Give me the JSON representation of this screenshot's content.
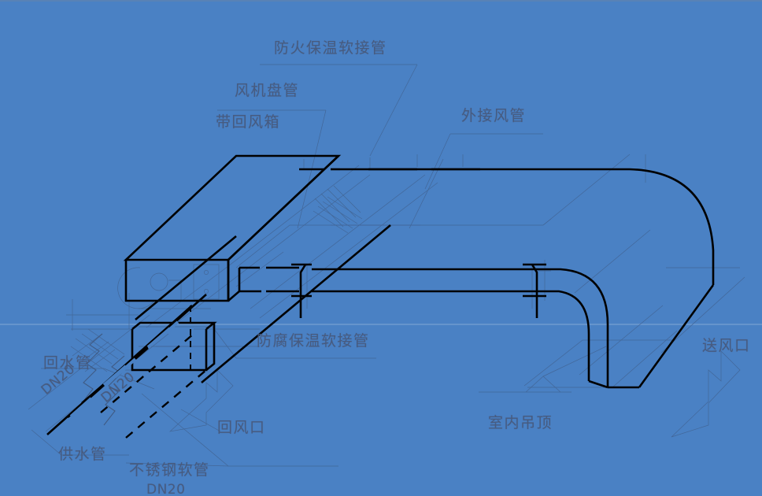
{
  "drawing": {
    "kind": "isometric-hvac-schematic",
    "background_color": "#4a81c4",
    "line_color_heavy": "#000000",
    "line_color_thin": "#3d5275",
    "text_color": "#47587a",
    "top_border_color": "#7b8799",
    "ceiling_line_color": "#a8c2de"
  },
  "labels": {
    "fire_flex_duct": "防火保温软接管",
    "fan_coil_unit": "风机盘管",
    "with_return_plenum": "带回风箱",
    "external_duct": "外接风管",
    "anticorrosion_flex_duct": "防腐保温软接管",
    "return_water_pipe": "回水管",
    "return_water_dn": "DN20",
    "supply_water_pipe": "供水管",
    "supply_water_dn": "DN20",
    "stainless_flex_hose": "不锈钢软管",
    "stainless_flex_hose_dn": "DN20",
    "return_air_grille": "回风口",
    "indoor_ceiling": "室内吊顶",
    "supply_air_outlet": "送风口"
  },
  "components": [
    {
      "name": "fan-coil-unit-body",
      "label": "风机盘管",
      "note": "带回风箱"
    },
    {
      "name": "fire-flexible-duct",
      "label": "防火保温软接管"
    },
    {
      "name": "external-air-duct",
      "label": "外接风管"
    },
    {
      "name": "duct-elbow-down",
      "label": ""
    },
    {
      "name": "supply-air-diffuser",
      "label": "送风口"
    },
    {
      "name": "return-air-grille",
      "label": "回风口"
    },
    {
      "name": "indoor-ceiling-line",
      "label": "室内吊顶"
    },
    {
      "name": "return-water-pipe",
      "label": "回水管",
      "size": "DN20"
    },
    {
      "name": "supply-water-pipe",
      "label": "供水管",
      "size": "DN20"
    },
    {
      "name": "stainless-flex-hose",
      "label": "不锈钢软管",
      "size": "DN20"
    },
    {
      "name": "anticorrosion-flexible-pipe",
      "label": "防腐保温软接管"
    }
  ]
}
